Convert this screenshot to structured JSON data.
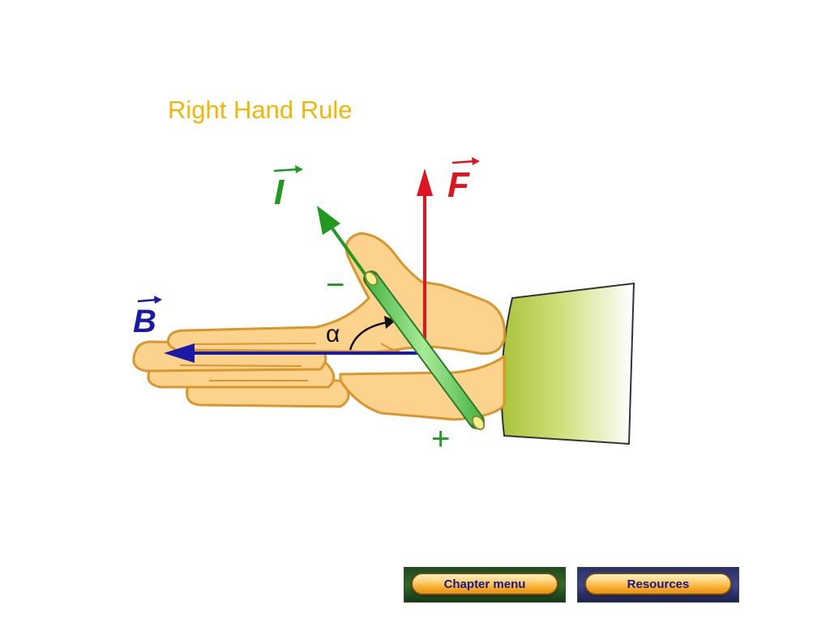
{
  "slide": {
    "title": "Right Hand Rule"
  },
  "diagram": {
    "labels": {
      "current": "I",
      "force": "F",
      "field": "B",
      "angle": "α",
      "negative": "−",
      "positive": "+"
    },
    "colors": {
      "current": "#1f9a1f",
      "force": "#e0141e",
      "field": "#1a1aa8",
      "skin": "#fcd38c",
      "skin_outline": "#d9962e",
      "rod": "#7fd67a",
      "sleeve": "#b5cc4a"
    }
  },
  "nav": {
    "chapter_menu": "Chapter menu",
    "resources": "Resources"
  }
}
